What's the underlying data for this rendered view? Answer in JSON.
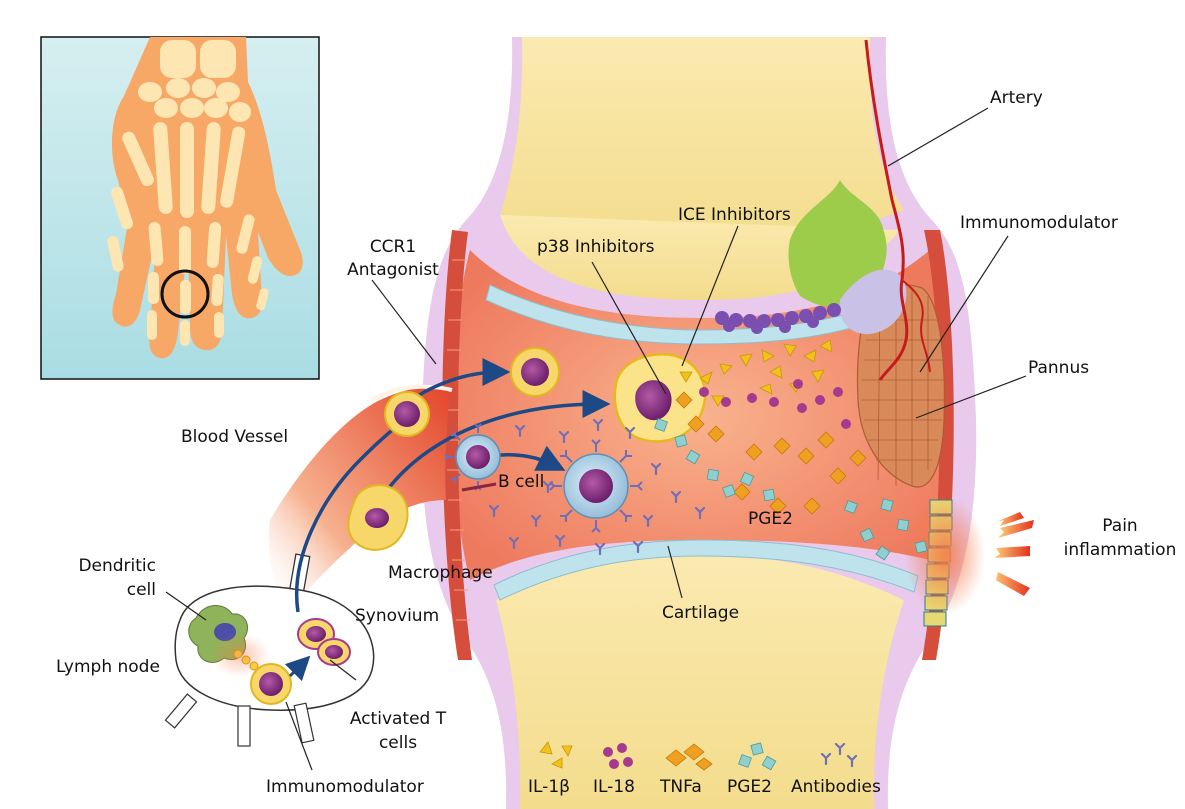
{
  "labels": {
    "artery": "Artery",
    "immunomodulator_top": "Immunomodulator",
    "ice_inhibitors": "ICE Inhibitors",
    "p38_inhibitors": "p38 Inhibitors",
    "ccr1_line1": "CCR1",
    "ccr1_line2": "Antagonist",
    "pannus": "Pannus",
    "blood_vessel": "Blood Vessel",
    "b_cell": "B cell",
    "pge2_center": "PGE2",
    "pain_line1": "Pain",
    "pain_line2": "inflammation",
    "dendritic_line1": "Dendritic",
    "dendritic_line2": "cell",
    "macrophage": "Macrophage",
    "synovium": "Synovium",
    "cartilage": "Cartilage",
    "lymph_node": "Lymph node",
    "activated_line1": "Activated T",
    "activated_line2": "cells",
    "immunomodulator_bottom": "Immunomodulator"
  },
  "legend": {
    "items": [
      {
        "label": "IL-1β",
        "symbol": "triangles",
        "color": "#f2c21a"
      },
      {
        "label": "IL-18",
        "symbol": "dots",
        "color": "#a63a8e"
      },
      {
        "label": "TNFa",
        "symbol": "diamonds",
        "color": "#f0a020"
      },
      {
        "label": "PGE2",
        "symbol": "squares",
        "color": "#8fcfcf"
      },
      {
        "label": "Antibodies",
        "symbol": "y-shapes",
        "color": "#6e6fb8"
      }
    ]
  },
  "colors": {
    "bone": "#f5e3a0",
    "cartilage": "#bfe3ec",
    "synovial_fluid": "#f08a6a",
    "membrane": "#e9c9ec",
    "cell_purple": "#8a2f86",
    "arrow": "#1d4a86",
    "artery": "#c51b1b",
    "skin": "#f7a866",
    "bone_hand": "#fde6b2",
    "inset_bg": "#bfe6ea"
  }
}
